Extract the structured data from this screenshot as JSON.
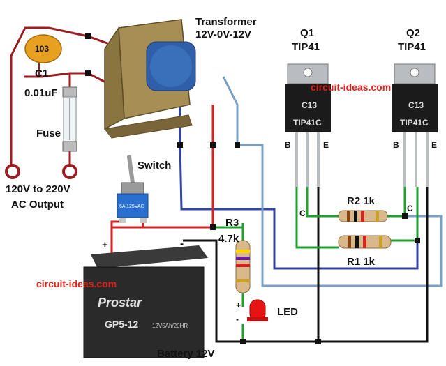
{
  "labels": {
    "transformer": [
      "Transformer",
      "12V-0V-12V"
    ],
    "q1": [
      "Q1",
      "TIP41"
    ],
    "q2": [
      "Q2",
      "TIP41"
    ],
    "c1": "C1",
    "c1_value": "0.01uF",
    "c1_marking": "103",
    "fuse": "Fuse",
    "ac_output": [
      "120V to 220V",
      "AC Output"
    ],
    "switch": "Switch",
    "r2": "R2 1k",
    "r1": "R1 1k",
    "r3": [
      "R3",
      "4.7k"
    ],
    "led": "LED",
    "battery": "Battery 12V",
    "pin_b": "B",
    "pin_e": "E",
    "pin_c": "C",
    "plus": "+",
    "minus": "-",
    "transistor_marking": "TIP41C",
    "transistor_code": "C13",
    "battery_brand": "Prostar",
    "battery_model": "GP5-12",
    "battery_spec": "12V5Ah/20HR",
    "switch_marking": "6A 125VAC",
    "watermark": "circuit-ideas.com"
  },
  "colors": {
    "wire_black": "#111111",
    "wire_red": "#d42323",
    "wire_blue": "#3344a8",
    "wire_lightblue": "#7aa0c4",
    "wire_green": "#1ea02e",
    "wire_darkred": "#9b1e22",
    "watermark": "#e0201a",
    "capacitor": "#e8a020",
    "battery_body": "#2a2a2a",
    "switch_base": "#2a6fd0"
  }
}
